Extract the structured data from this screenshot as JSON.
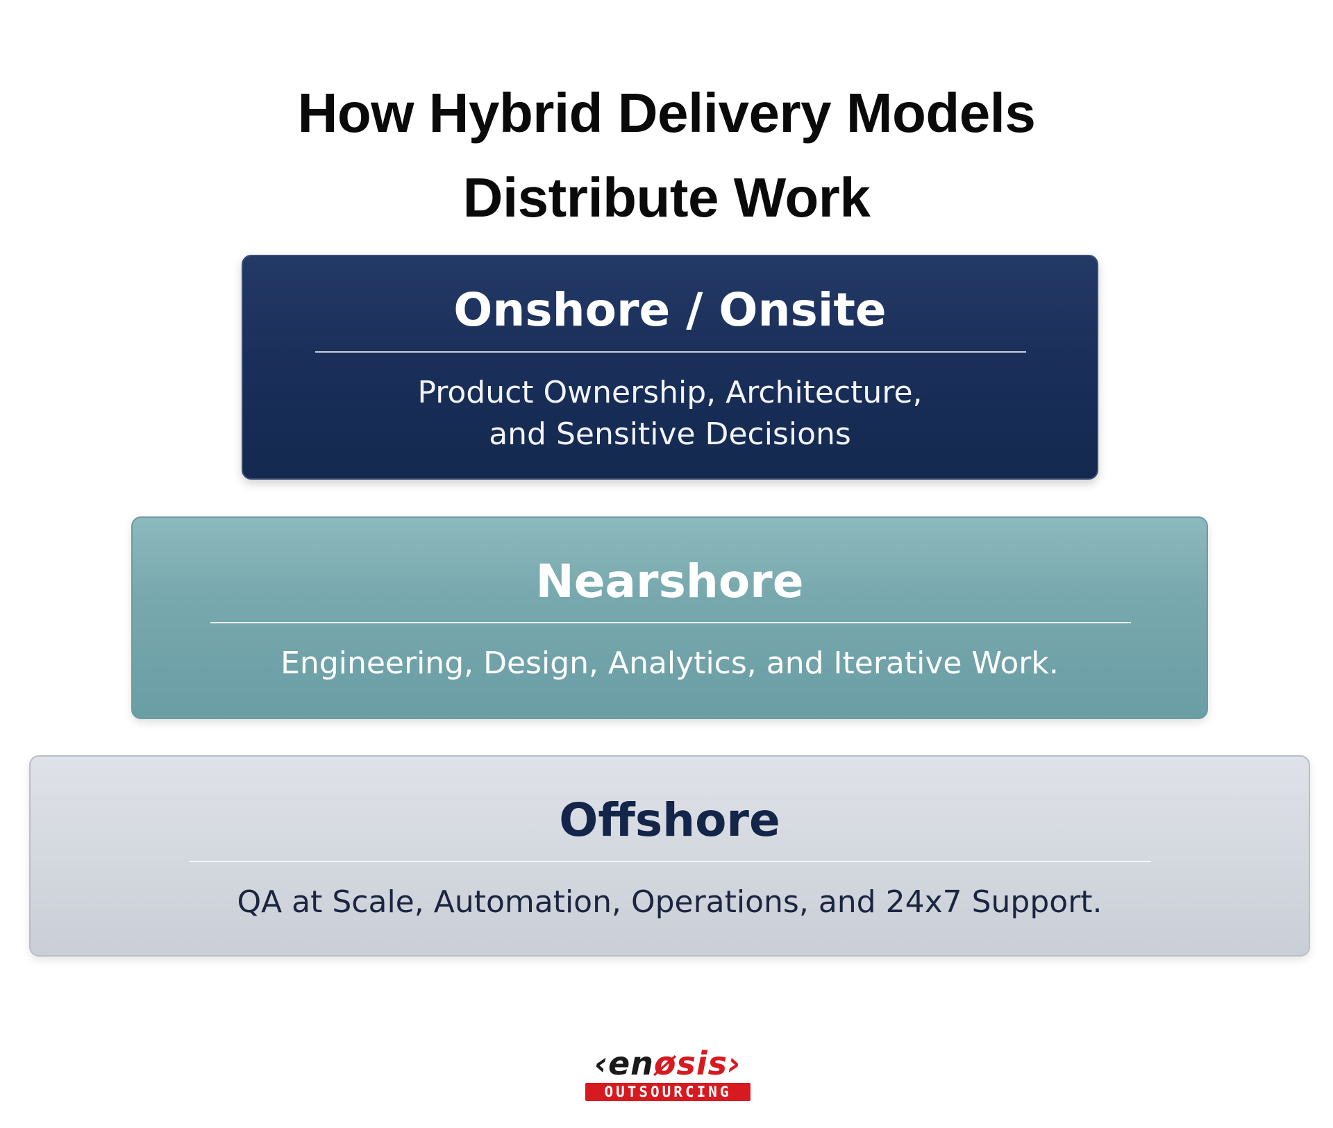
{
  "title": {
    "line1": "How Hybrid Delivery Models",
    "line2": "Distribute Work"
  },
  "tiers": [
    {
      "heading": "Onshore / Onsite",
      "description_lines": [
        "Product Ownership, Architecture,",
        "and Sensitive Decisions"
      ],
      "color": "#1a2f5a"
    },
    {
      "heading": "Nearshore",
      "description_lines": [
        "Engineering, Design, Analytics, and Iterative Work."
      ],
      "color": "#77a8ad"
    },
    {
      "heading": "Offshore",
      "description_lines": [
        "QA at Scale, Automation, Operations, and 24x7 Support."
      ],
      "color": "#d4d8df"
    }
  ],
  "logo": {
    "word_left": "‹en",
    "word_accent": "ø",
    "word_right": "sis›",
    "sub": "OUTSOURCING",
    "brand_color": "#d71920"
  }
}
